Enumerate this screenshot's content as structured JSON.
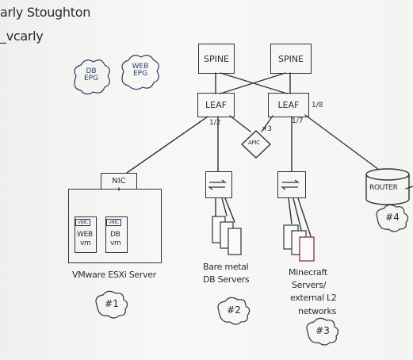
{
  "author": {
    "name": "arly Stoughton",
    "handle": "_vcarly"
  },
  "epgs": {
    "db": "DB EPG",
    "web": "WEB EPG"
  },
  "spines": [
    "SPINE",
    "SPINE"
  ],
  "leaves": [
    "LEAF",
    "LEAF"
  ],
  "ports": {
    "leaf1_down": "1/2",
    "leaf2_down": "1/7",
    "leaf2_router": "1/8"
  },
  "apic": {
    "label": "APIC",
    "count": "×3"
  },
  "nic": "NIC",
  "vm_nic": "vNIC",
  "vms": [
    {
      "line1": "WEB",
      "line2": "vm"
    },
    {
      "line1": "DB",
      "line2": "vm"
    }
  ],
  "router": "ROUTER",
  "captions": {
    "esxi": "VMware ESXi Server",
    "bare_metal_1": "Bare metal",
    "bare_metal_2": "DB Servers",
    "minecraft_1": "Minecraft",
    "minecraft_2": "Servers/",
    "minecraft_3": "external L2",
    "minecraft_4": "networks"
  },
  "numbers": [
    "#1",
    "#2",
    "#3",
    "#4"
  ],
  "colors": {
    "ink": "#2a2a2a",
    "epg_blue": "#2b3a66",
    "minecraft_purple": "#7a1f4a"
  }
}
